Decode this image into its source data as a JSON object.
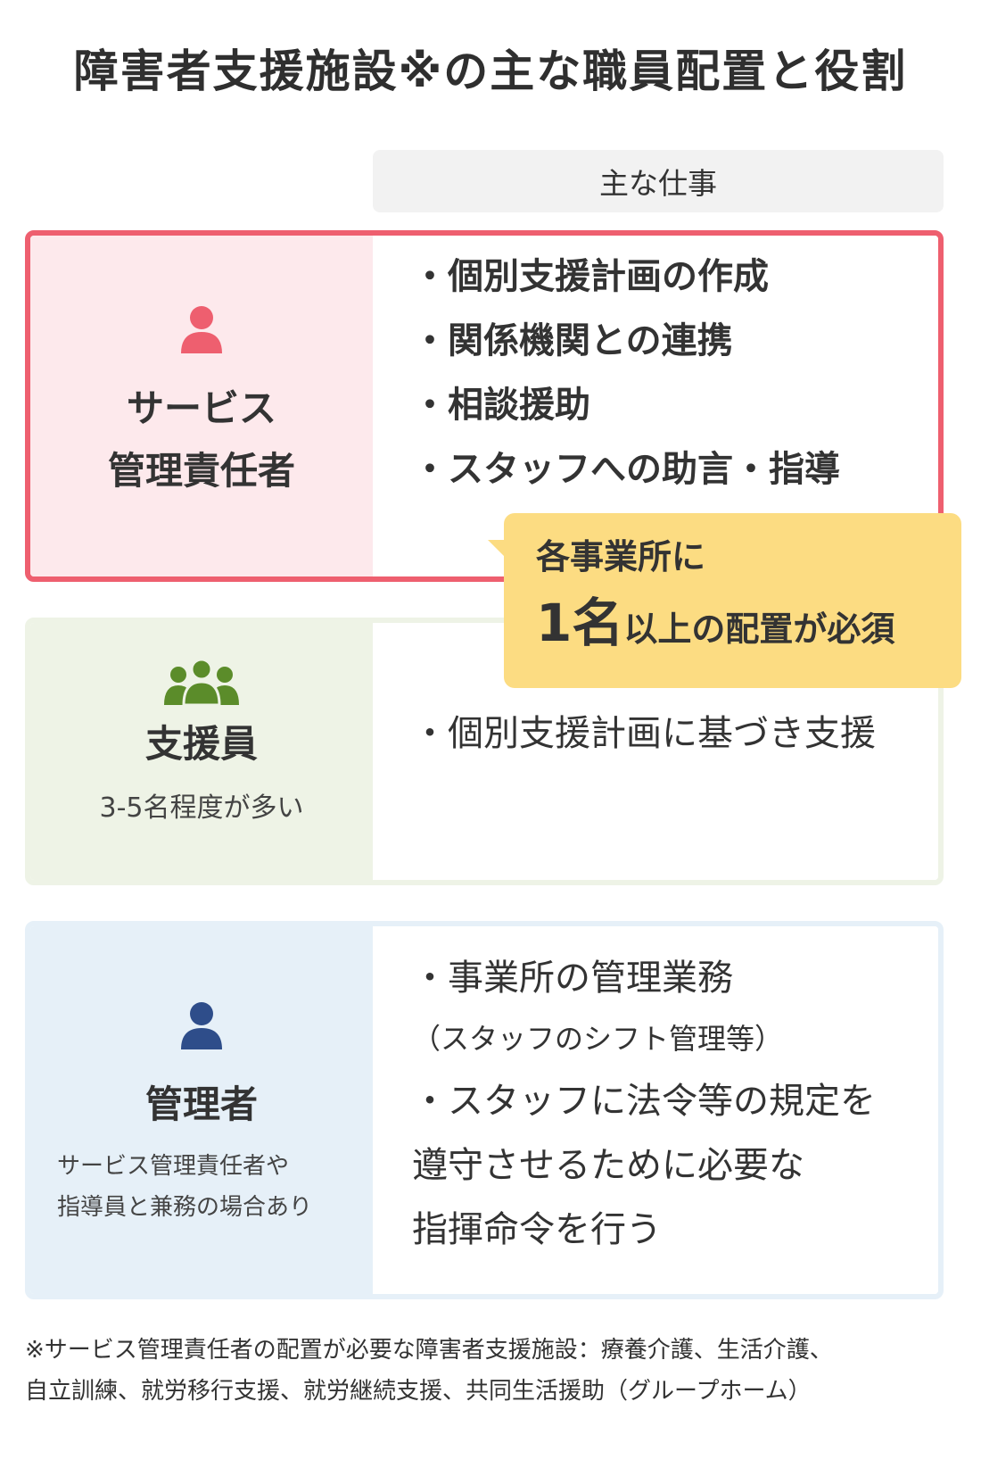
{
  "title": "障害者支援施設※の主な職員配置と役割",
  "duty_header": "主な仕事",
  "colors": {
    "service_manager_accent": "#ee5f6f",
    "support_staff_accent": "#5b8c2a",
    "administrator_accent": "#2e4d8a",
    "callout": "#fcdc82"
  },
  "roles": [
    {
      "name_lines": [
        "サービス",
        "管理責任者"
      ],
      "icon": "person-icon",
      "duties": [
        "・個別支援計画の作成",
        "・関係機関との連携",
        "・相談援助",
        "・スタッフへの助言・指導"
      ]
    },
    {
      "name": "支援員",
      "icon": "group-icon",
      "sub": "3-5名程度が多い",
      "duties": [
        "・個別支援計画に基づき支援"
      ]
    },
    {
      "name": "管理者",
      "icon": "person-icon",
      "note_lines": [
        "サービス管理責任者や",
        "指導員と兼務の場合あり"
      ],
      "duties": [
        "・事業所の管理業務",
        "（スタッフのシフト管理等）",
        "・スタッフに法令等の規定を",
        "遵守させるために必要な",
        "指揮命令を行う"
      ]
    }
  ],
  "callout": {
    "line1": "各事業所に",
    "big": "1名",
    "line2_rest": "以上の配置が必須"
  },
  "footnote_lines": [
    "※サービス管理責任者の配置が必要な障害者支援施設：療養介護、生活介護、",
    "自立訓練、就労移行支援、就労継続支援、共同生活援助（グループホーム）"
  ]
}
